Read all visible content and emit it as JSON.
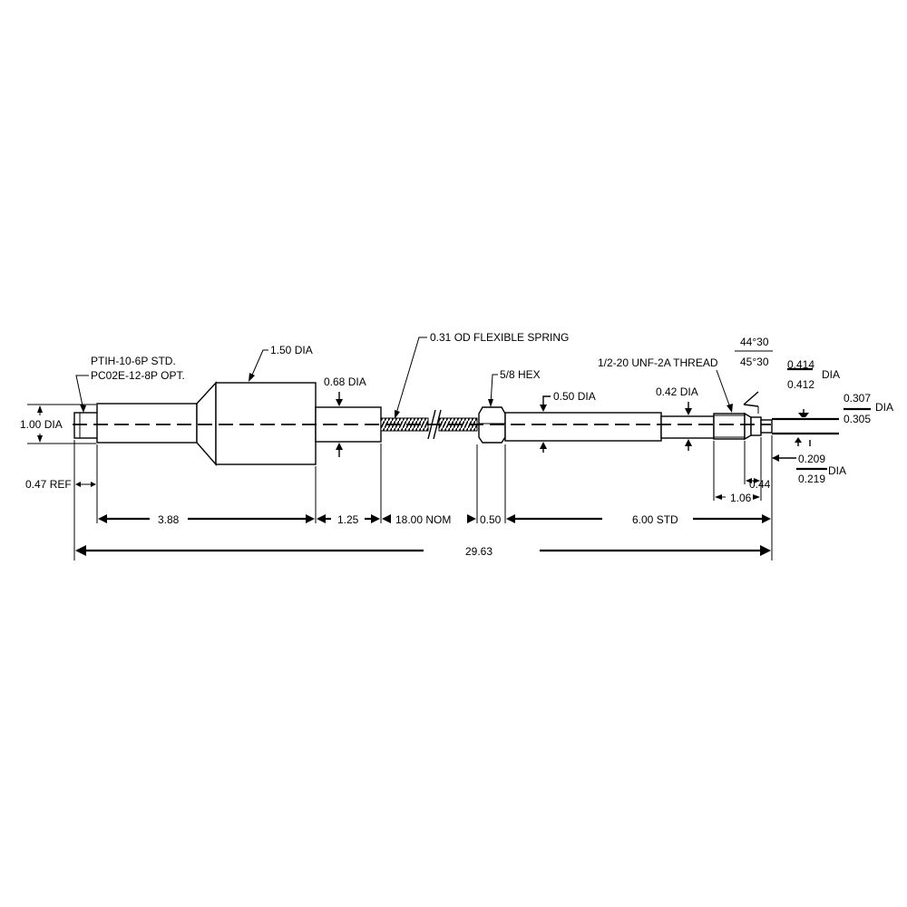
{
  "drawing": {
    "connector_std": "PTIH-10-6P STD.",
    "connector_opt": "PC02E-12-8P OPT.",
    "dia_1_00": "1.00 DIA",
    "dia_1_50": "1.50 DIA",
    "dia_0_68": "0.68 DIA",
    "spring": "0.31 OD FLEXIBLE SPRING",
    "hex": "5/8 HEX",
    "dia_0_50": "0.50 DIA",
    "dia_0_42": "0.42 DIA",
    "thread": "1/2-20 UNF-2A THREAD",
    "angle_top": "44°30",
    "angle_bottom": "45°30",
    "dia_0_414": "0.414",
    "dia_0_412": "0.412",
    "dia_label_a": "DIA",
    "dia_0_307": "0.307",
    "dia_0_305": "0.305",
    "dia_label_b": "DIA",
    "dia_0_209": "0.209",
    "dia_0_219": "0.219",
    "dia_label_c": "DIA",
    "ref_0_47": "0.47 REF",
    "len_3_88": "3.88",
    "len_1_25": "1.25",
    "len_18_00": "18.00 NOM",
    "len_0_50": "0.50",
    "len_6_00": "6.00 STD",
    "len_1_06": "1.06",
    "len_0_44": "0.44",
    "len_overall": "29.63"
  }
}
